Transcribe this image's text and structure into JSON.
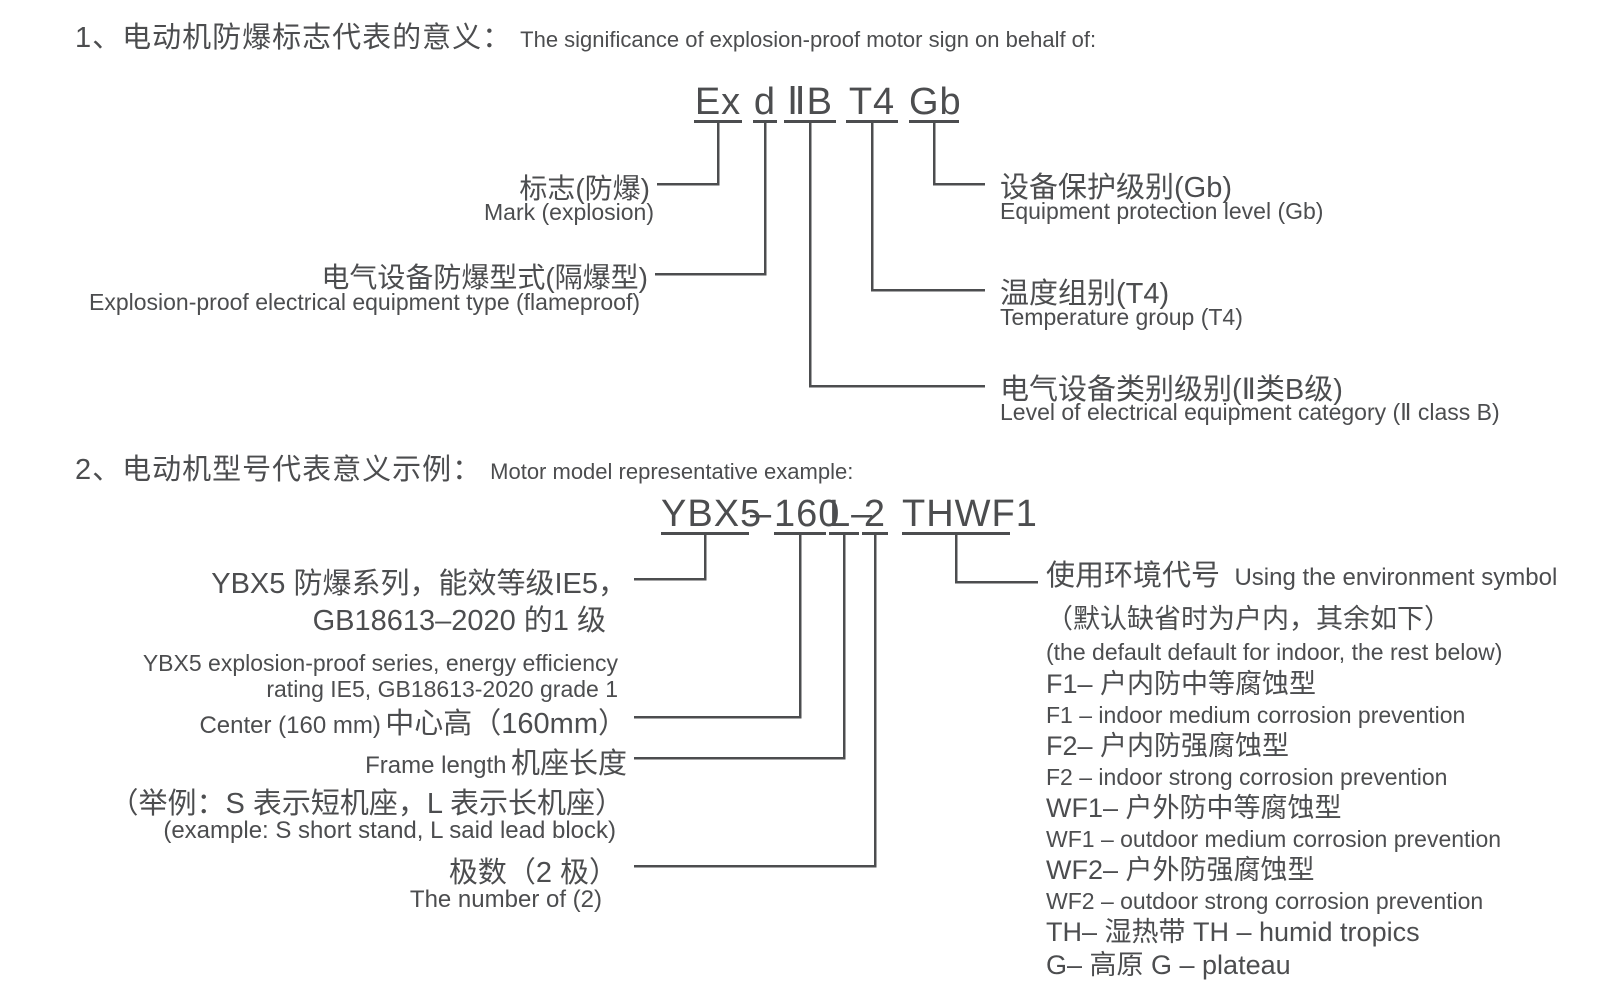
{
  "page": {
    "ink": "#4c4d4f",
    "background": "#ffffff"
  },
  "section1": {
    "title_zh": "1、电动机防爆标志代表的意义：",
    "title_en": "The significance of explosion-proof motor sign on behalf of:",
    "code_parts": {
      "mark": "Ex",
      "type": "d",
      "category": "ⅡB",
      "temperature": "T4",
      "protection": "Gb"
    },
    "labels": {
      "mark_zh": "标志(防爆)",
      "mark_en": "Mark (explosion)",
      "type_zh": "电气设备防爆型式(隔爆型)",
      "type_en": "Explosion-proof electrical equipment type (flameproof)",
      "protection_zh": "设备保护级别(Gb)",
      "protection_en": "Equipment protection level (Gb)",
      "temperature_zh": "温度组别(T4)",
      "temperature_en": "Temperature group (T4)",
      "category_zh": "电气设备类别级别(Ⅱ类B级)",
      "category_en": "Level of electrical equipment category (Ⅱ class B)"
    }
  },
  "section2": {
    "title_zh": "2、电动机型号代表意义示例：",
    "title_en": "Motor model representative example:",
    "code_parts": {
      "series": "YBX5",
      "dash": "–",
      "center_height": "160",
      "frame_length": "L–",
      "poles": "2",
      "environment": "THWF1"
    },
    "labels": {
      "series_zh1": "YBX5 防爆系列，能效等级IE5，",
      "series_zh2": "GB18613–2020 的1 级",
      "series_en1": "YBX5 explosion-proof series, energy efficiency",
      "series_en2": "rating IE5, GB18613-2020 grade 1",
      "center_en": "Center (160 mm)",
      "center_zh": "中心高（160mm）",
      "frame_en": "Frame length",
      "frame_zh": "机座长度",
      "example_zh": "（举例：S 表示短机座，L 表示长机座）",
      "example_en": "(example: S short stand, L said lead block)",
      "poles_zh": "极数（2 极）",
      "poles_en": "The number of (2)"
    },
    "env": {
      "title_zh": "使用环境代号",
      "title_en": "Using the environment symbol",
      "note_zh": "（默认缺省时为户内，其余如下）",
      "note_en": "(the default default for indoor, the rest below)",
      "lines": [
        {
          "text": "F1– 户内防中等腐蚀型",
          "lang": "zh"
        },
        {
          "text": "F1 – indoor medium corrosion prevention",
          "lang": "en"
        },
        {
          "text": "F2– 户内防强腐蚀型",
          "lang": "zh"
        },
        {
          "text": "F2 – indoor strong corrosion prevention",
          "lang": "en"
        },
        {
          "text": "WF1– 户外防中等腐蚀型",
          "lang": "zh"
        },
        {
          "text": "WF1 – outdoor medium corrosion prevention",
          "lang": "en"
        },
        {
          "text": "WF2– 户外防强腐蚀型",
          "lang": "zh"
        },
        {
          "text": "WF2 – outdoor strong corrosion prevention",
          "lang": "en"
        },
        {
          "text": "TH– 湿热带 TH – humid tropics",
          "lang": "mix"
        },
        {
          "text": "G– 高原 G – plateau",
          "lang": "mix"
        }
      ]
    }
  }
}
